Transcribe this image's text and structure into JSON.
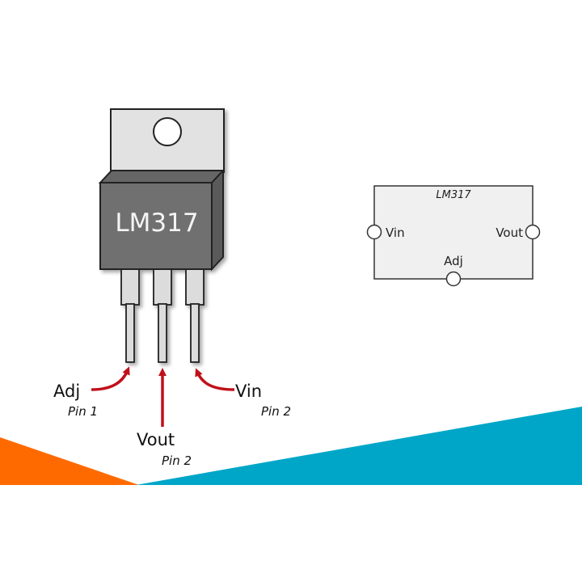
{
  "package": {
    "part_label": "LM317"
  },
  "pin_labels": [
    {
      "name": "Adj",
      "pin": "Pin 1"
    },
    {
      "name": "Vout",
      "pin": "Pin 2"
    },
    {
      "name": "Vin",
      "pin": "Pin 2"
    }
  ],
  "schematic": {
    "title": "LM317",
    "ports": {
      "left": "Vin",
      "right": "Vout",
      "bottom": "Adj"
    }
  },
  "colors": {
    "arrow": "#c0101a",
    "body": "#6f6f6f",
    "tab": "#e2e2e2",
    "accent_orange": "#ff6a00",
    "accent_blue": "#00a6c8"
  }
}
